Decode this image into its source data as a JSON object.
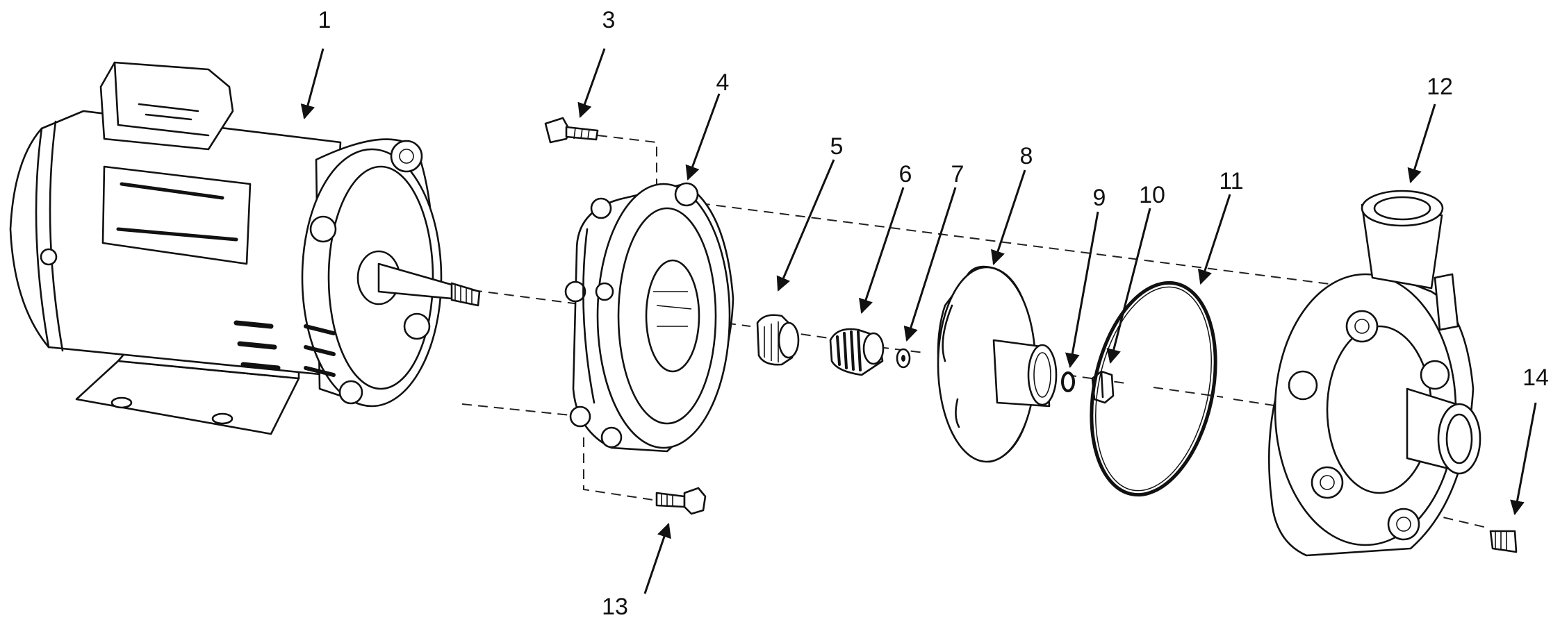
{
  "diagram": {
    "labels": [
      "1",
      "3",
      "4",
      "5",
      "6",
      "7",
      "8",
      "9",
      "10",
      "11",
      "12",
      "13",
      "14"
    ]
  }
}
